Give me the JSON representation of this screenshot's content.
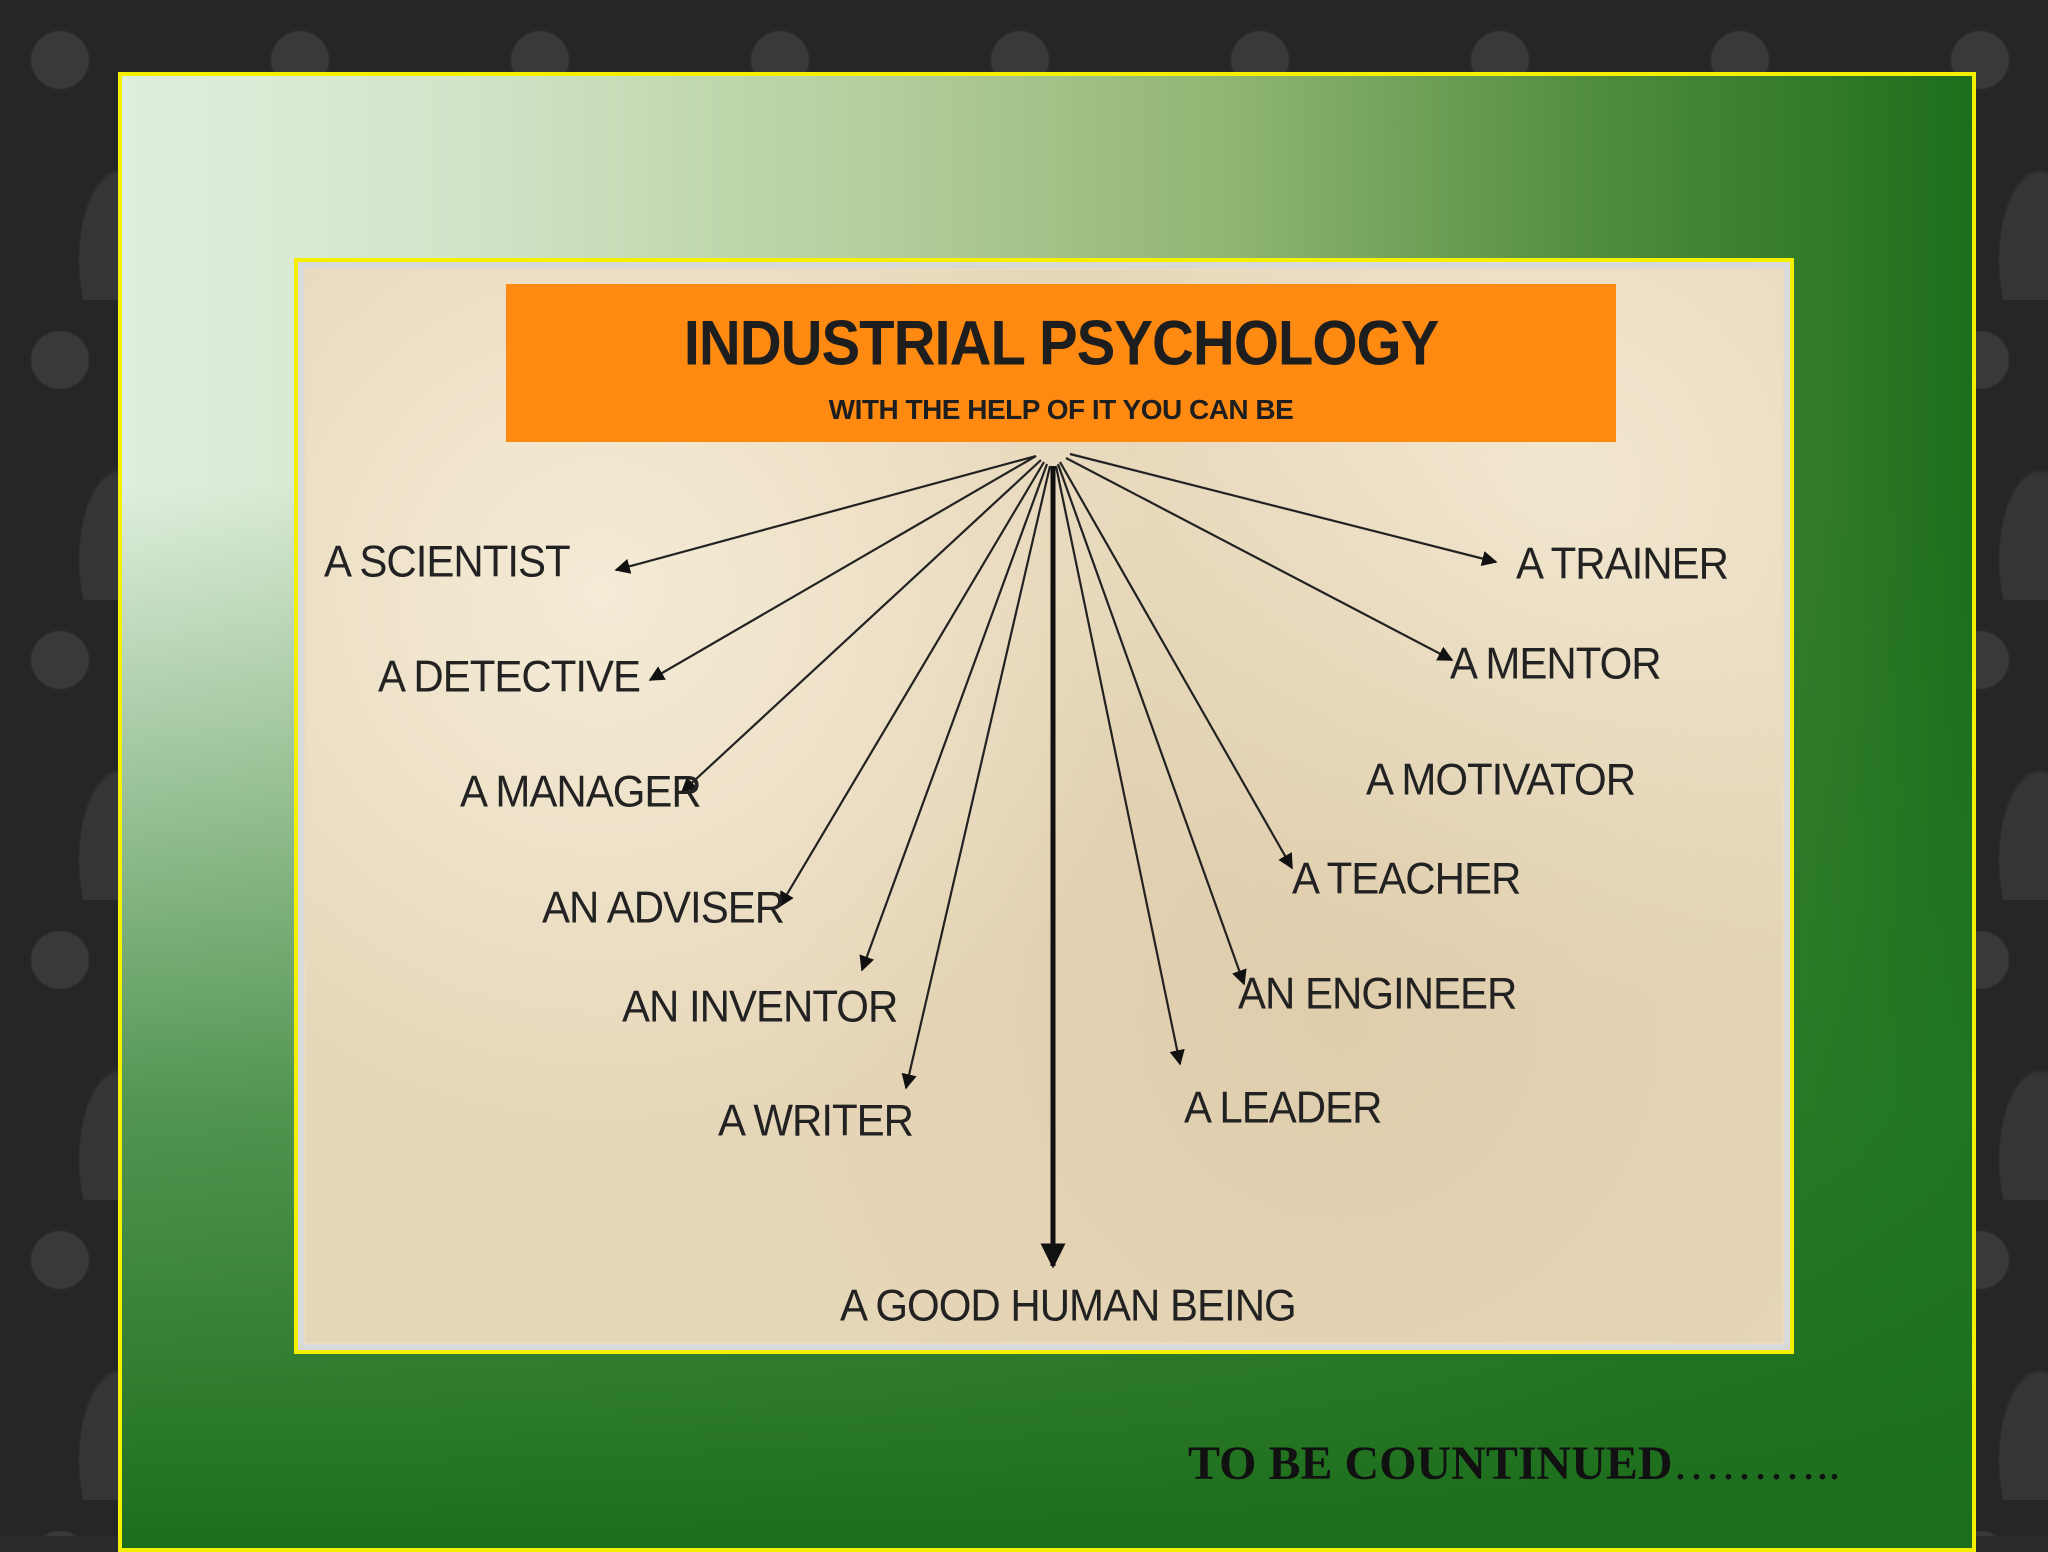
{
  "diagram": {
    "title": "INDUSTRIAL PSYCHOLOGY",
    "subtitle": "WITH THE HELP OF IT YOU CAN BE",
    "roles": [
      "A SCIENTIST",
      "A DETECTIVE",
      "A MANAGER",
      "AN ADVISER",
      "AN INVENTOR",
      "A WRITER",
      "A GOOD HUMAN BEING",
      "A LEADER",
      "AN ENGINEER",
      "A TEACHER",
      "A MOTIVATOR",
      "A MENTOR",
      "A TRAINER"
    ]
  },
  "footer": {
    "text": "TO BE COUNTINUED",
    "dots": "………..",
    "color": "#111111"
  },
  "colors": {
    "header_bg": "#ff8a12",
    "frame_border": "#f4f000",
    "panel_green": "#1d6e1b"
  }
}
